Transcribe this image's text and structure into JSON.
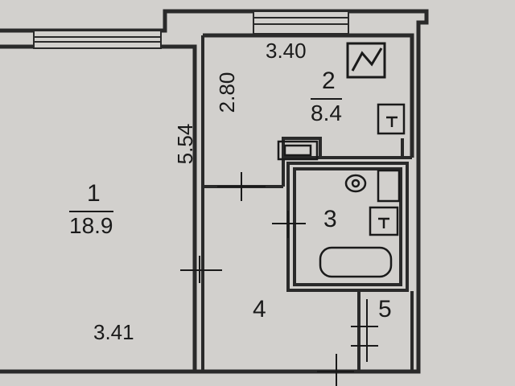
{
  "rooms": [
    {
      "number": "1",
      "area": "18.9"
    },
    {
      "number": "2",
      "area": "8.4"
    },
    {
      "number": "3"
    },
    {
      "number": "4"
    },
    {
      "number": "5"
    }
  ],
  "dimensions": {
    "room1_width": "3.41",
    "room1_length": "5.54",
    "kitchen_width": "3.40",
    "kitchen_depth": "2.80"
  },
  "icons": [
    "stove-icon",
    "sink-icon",
    "toilet-icon",
    "bathtub-icon",
    "washbasin-icon"
  ],
  "colors": {
    "background": "#d2d0cd",
    "wall": "#2a2a2a",
    "line": "#1a1a1a"
  }
}
